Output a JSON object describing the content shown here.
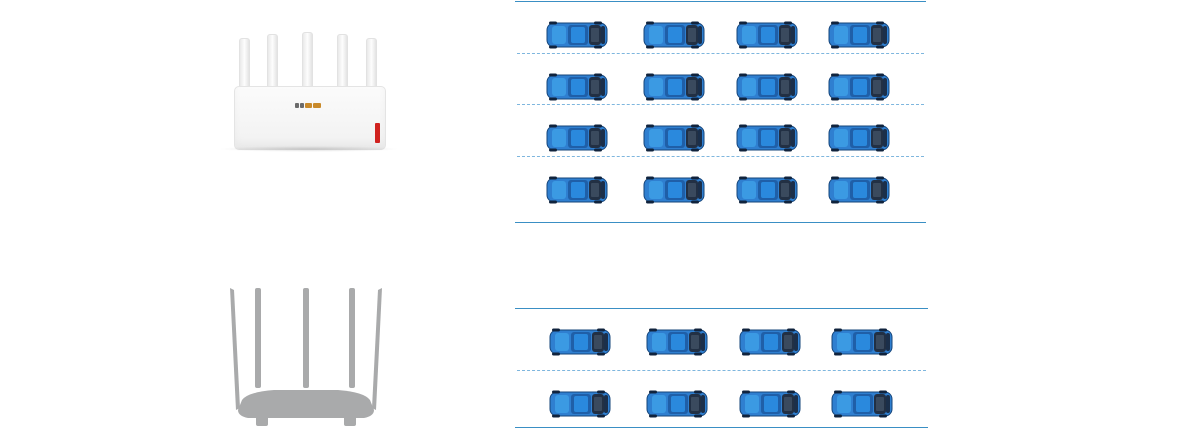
{
  "colors": {
    "lane_solid": "#3a8fc4",
    "lane_dashed": "#7eb6de",
    "car_body": "#2f7fd0",
    "car_roof": "#1f5fa8",
    "car_glass": "#223044",
    "router_top_accent": "#d0221f",
    "router_bottom": "#a9aaab"
  },
  "top_group": {
    "icon": "router-icon",
    "rows": 4,
    "cars_per_row": 4
  },
  "bottom_group": {
    "icon": "router-silhouette-icon",
    "rows": 2,
    "cars_per_row": 4
  }
}
